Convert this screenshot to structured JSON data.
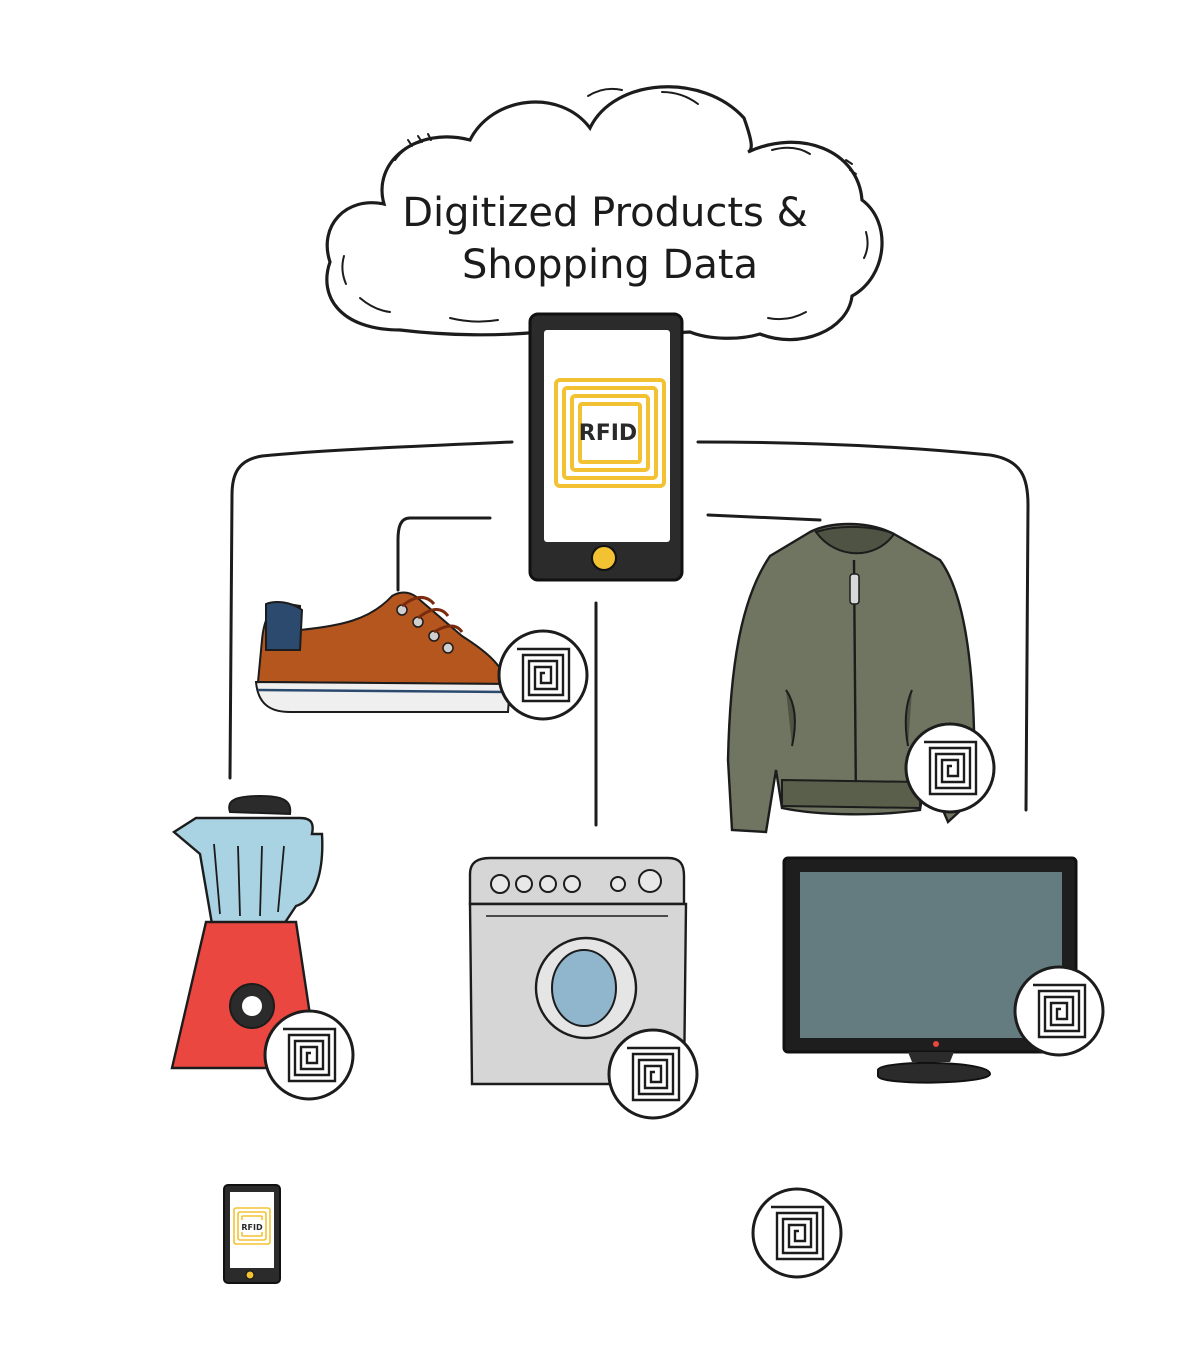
{
  "cloud": {
    "line1": "Digitized Products &",
    "line2": "Shopping Data"
  },
  "reader": {
    "chip_label": "RFID"
  },
  "legend": {
    "reader_chip_label": "RFID"
  },
  "colors": {
    "stroke": "#1c1c1c",
    "rfid_gold": "#f3c233",
    "shoe_brown": "#b5561f",
    "shoe_navy": "#2c4a6e",
    "jacket_olive": "#6f7560",
    "blender_red": "#e9473f",
    "blender_jar": "#a9d2e3",
    "washer_gray": "#d6d6d6",
    "tv_screen": "#647c80"
  },
  "icons": [
    "cloud-icon",
    "rfid-reader-phone-icon",
    "shoe-icon",
    "jacket-icon",
    "blender-icon",
    "washing-machine-icon",
    "tv-monitor-icon",
    "rfid-tag-icon"
  ]
}
